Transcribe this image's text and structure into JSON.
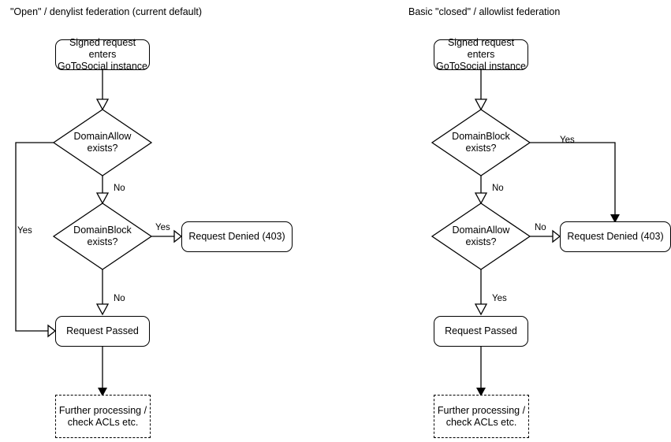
{
  "titles": {
    "left": "\"Open\" / denylist federation (current default)",
    "right": "Basic \"closed\" / allowlist federation"
  },
  "left_flow": {
    "start": "Signed request enters\nGoToSocial instance",
    "start_line1": "Signed request enters",
    "start_line2": "GoToSocial instance",
    "decision1_line1": "DomainAllow",
    "decision1_line2": "exists?",
    "decision2_line1": "DomainBlock",
    "decision2_line2": "exists?",
    "denied": "Request Denied (403)",
    "passed": "Request Passed",
    "further_line1": "Further processing /",
    "further_line2": "check ACLs etc.",
    "edge_allow_yes": "Yes",
    "edge_allow_no": "No",
    "edge_block_yes": "Yes",
    "edge_block_no": "No"
  },
  "right_flow": {
    "start_line1": "Signed request enters",
    "start_line2": "GoToSocial instance",
    "decision1_line1": "DomainBlock",
    "decision1_line2": "exists?",
    "decision2_line1": "DomainAllow",
    "decision2_line2": "exists?",
    "denied": "Request Denied (403)",
    "passed": "Request Passed",
    "further_line1": "Further processing /",
    "further_line2": "check ACLs etc.",
    "edge_block_yes": "Yes",
    "edge_block_no": "No",
    "edge_allow_no": "No",
    "edge_allow_yes": "Yes"
  },
  "colors": {
    "stroke": "#000000",
    "background": "#ffffff",
    "text": "#000000"
  },
  "chart_data": {
    "type": "diagram",
    "title": "GoToSocial federation request handling flowcharts",
    "diagrams": [
      {
        "name": "open-denylist-federation",
        "title": "\"Open\" / denylist federation (current default)",
        "nodes": [
          {
            "id": "start",
            "shape": "rounded-rect",
            "label": "Signed request enters GoToSocial instance"
          },
          {
            "id": "d-allow",
            "shape": "diamond",
            "label": "DomainAllow exists?"
          },
          {
            "id": "d-block",
            "shape": "diamond",
            "label": "DomainBlock exists?"
          },
          {
            "id": "denied",
            "shape": "rounded-rect",
            "label": "Request Denied (403)"
          },
          {
            "id": "passed",
            "shape": "rounded-rect",
            "label": "Request Passed"
          },
          {
            "id": "further",
            "shape": "dashed-rect",
            "label": "Further processing / check ACLs etc."
          }
        ],
        "edges": [
          {
            "from": "start",
            "to": "d-allow",
            "label": ""
          },
          {
            "from": "d-allow",
            "to": "passed",
            "label": "Yes"
          },
          {
            "from": "d-allow",
            "to": "d-block",
            "label": "No"
          },
          {
            "from": "d-block",
            "to": "denied",
            "label": "Yes"
          },
          {
            "from": "d-block",
            "to": "passed",
            "label": "No"
          },
          {
            "from": "passed",
            "to": "further",
            "label": ""
          }
        ]
      },
      {
        "name": "closed-allowlist-federation",
        "title": "Basic \"closed\" / allowlist federation",
        "nodes": [
          {
            "id": "start",
            "shape": "rounded-rect",
            "label": "Signed request enters GoToSocial instance"
          },
          {
            "id": "d-block",
            "shape": "diamond",
            "label": "DomainBlock exists?"
          },
          {
            "id": "d-allow",
            "shape": "diamond",
            "label": "DomainAllow exists?"
          },
          {
            "id": "denied",
            "shape": "rounded-rect",
            "label": "Request Denied (403)"
          },
          {
            "id": "passed",
            "shape": "rounded-rect",
            "label": "Request Passed"
          },
          {
            "id": "further",
            "shape": "dashed-rect",
            "label": "Further processing / check ACLs etc."
          }
        ],
        "edges": [
          {
            "from": "start",
            "to": "d-block",
            "label": ""
          },
          {
            "from": "d-block",
            "to": "denied",
            "label": "Yes"
          },
          {
            "from": "d-block",
            "to": "d-allow",
            "label": "No"
          },
          {
            "from": "d-allow",
            "to": "denied",
            "label": "No"
          },
          {
            "from": "d-allow",
            "to": "passed",
            "label": "Yes"
          },
          {
            "from": "passed",
            "to": "further",
            "label": ""
          }
        ]
      }
    ]
  }
}
